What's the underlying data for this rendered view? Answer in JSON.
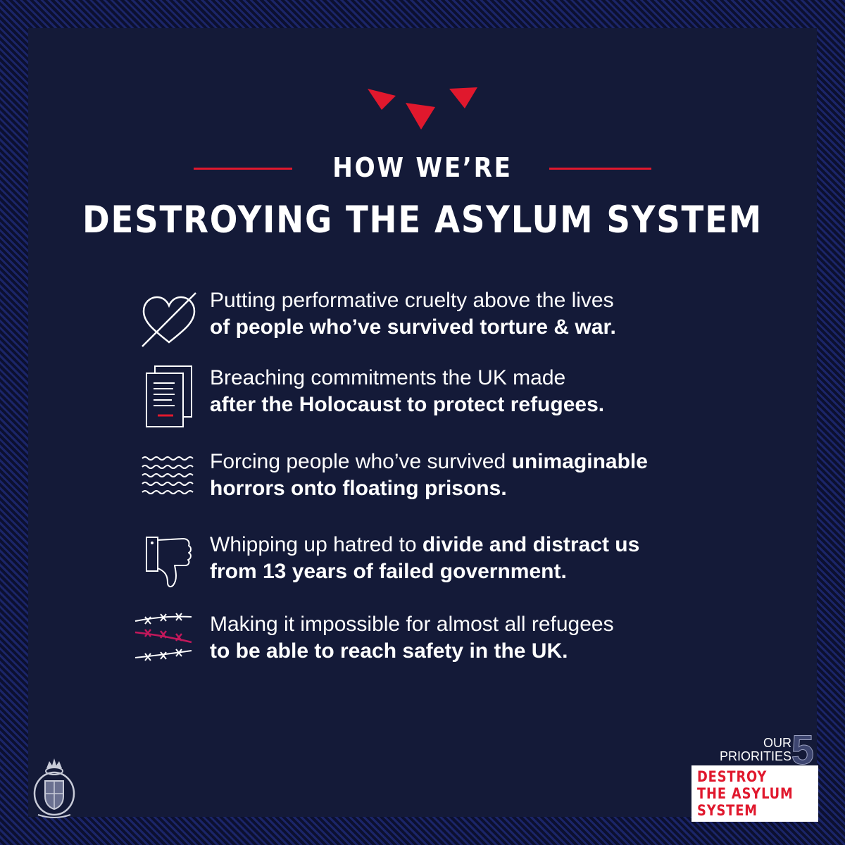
{
  "colors": {
    "background": "#141a38",
    "accent_red": "#e0182d",
    "text": "#ffffff"
  },
  "heading": {
    "line1": "HOW WE’RE",
    "line2": "DESTROYING THE ASYLUM SYSTEM"
  },
  "items": [
    {
      "icon": "broken-heart-icon",
      "line1": "Putting performative cruelty above the lives",
      "line2": "of people who’ve survived torture & war."
    },
    {
      "icon": "document-icon",
      "line1": "Breaching commitments the UK made",
      "line2": "after the Holocaust to protect refugees."
    },
    {
      "icon": "water-waves-icon",
      "line1_plain": "Forcing people who’ve survived ",
      "line1_bold": "unimaginable",
      "line2": "horrors onto floating prisons."
    },
    {
      "icon": "thumbs-down-icon",
      "line1_plain": "Whipping up hatred to ",
      "line1_bold": "divide and distract us",
      "line2": "from 13 years of failed government."
    },
    {
      "icon": "barbed-wire-icon",
      "line1": "Making it impossible for almost all refugees",
      "line2": "to be able to reach safety in the UK."
    }
  ],
  "badge": {
    "our": "OUR",
    "priorities": "PRIORITIES",
    "number": "5",
    "line1": "DESTROY",
    "line2": "THE ASYLUM",
    "line3": "SYSTEM"
  },
  "crest_icon": "royal-crest-icon"
}
